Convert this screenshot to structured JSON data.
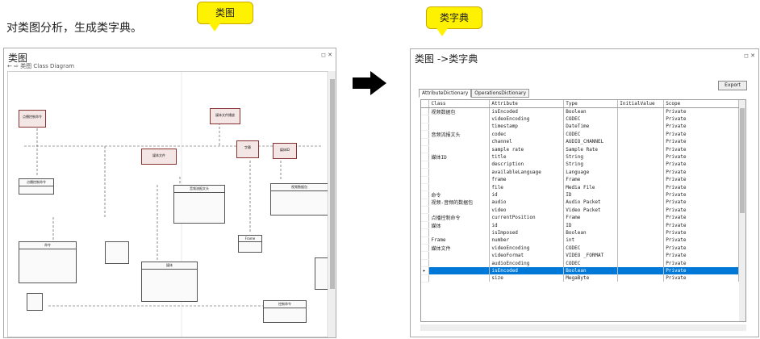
{
  "caption": "对类图分析，生成类字典。",
  "callout_left": "类图",
  "callout_right": "类字典",
  "left_panel": {
    "title": "类图",
    "breadcrumb": "← ⇨ 类图  Class Diagram",
    "boxes": [
      {
        "label": "点播控制命令"
      },
      {
        "label": "媒体文件播放"
      },
      {
        "label": "字幕"
      },
      {
        "label": "媒体ID"
      },
      {
        "label": "媒体文件"
      },
      {
        "label": "点播控制命令"
      },
      {
        "label": "音频流报文头"
      },
      {
        "label": "视频数据包"
      },
      {
        "label": "Frame"
      },
      {
        "label": "命令"
      },
      {
        "label": "媒体"
      },
      {
        "label": "控制命令"
      }
    ]
  },
  "right_panel": {
    "title": "类图 ->类字典",
    "export_label": "Export",
    "tabs": [
      "AttributeDictionary",
      "OperationsDictionary"
    ],
    "columns": [
      "Class",
      "Attribute",
      "Type",
      "InitialValue",
      "Scope"
    ],
    "rows": [
      {
        "class": "视频数据包",
        "attribute": "isEncoded",
        "type": "Boolean",
        "init": "",
        "scope": "Private"
      },
      {
        "class": "",
        "attribute": "videoEncoding",
        "type": "CODEC",
        "init": "",
        "scope": "Private"
      },
      {
        "class": "",
        "attribute": "timestamp",
        "type": "DateTime",
        "init": "",
        "scope": "Private"
      },
      {
        "class": "音频流报文头",
        "attribute": "codec",
        "type": "CODEC",
        "init": "",
        "scope": "Private"
      },
      {
        "class": "",
        "attribute": "channel",
        "type": "AUDIO_CHANNEL",
        "init": "",
        "scope": "Private"
      },
      {
        "class": "",
        "attribute": "sample rate",
        "type": "Sample Rate",
        "init": "",
        "scope": "Private"
      },
      {
        "class": "媒体ID",
        "attribute": "title",
        "type": "String",
        "init": "",
        "scope": "Private"
      },
      {
        "class": "",
        "attribute": "description",
        "type": "String",
        "init": "",
        "scope": "Private"
      },
      {
        "class": "",
        "attribute": "availableLanguage",
        "type": "Language",
        "init": "",
        "scope": "Private"
      },
      {
        "class": "",
        "attribute": "frame",
        "type": "Frame",
        "init": "",
        "scope": "Private"
      },
      {
        "class": "",
        "attribute": "file",
        "type": "Media File",
        "init": "",
        "scope": "Private"
      },
      {
        "class": "命令",
        "attribute": "id",
        "type": "ID",
        "init": "",
        "scope": "Private"
      },
      {
        "class": "视频-音频的数据包",
        "attribute": "audio",
        "type": "Audio Packet",
        "init": "",
        "scope": "Private"
      },
      {
        "class": "",
        "attribute": "video",
        "type": "Video Packet",
        "init": "",
        "scope": "Private"
      },
      {
        "class": "点播控制命令",
        "attribute": "currentPosition",
        "type": "Frame",
        "init": "",
        "scope": "Private"
      },
      {
        "class": "媒体",
        "attribute": "id",
        "type": "ID",
        "init": "",
        "scope": "Private"
      },
      {
        "class": "",
        "attribute": "isImposed",
        "type": "Boolean",
        "init": "",
        "scope": "Private"
      },
      {
        "class": "Frame",
        "attribute": "number",
        "type": "int",
        "init": "",
        "scope": "Private"
      },
      {
        "class": "媒体文件",
        "attribute": "videoEncoding",
        "type": "CODEC",
        "init": "",
        "scope": "Private"
      },
      {
        "class": "",
        "attribute": "videoFormat",
        "type": "VIDEO _FORMAT",
        "init": "",
        "scope": "Private"
      },
      {
        "class": "",
        "attribute": "audioEncoding",
        "type": "CODEC",
        "init": "",
        "scope": "Private"
      },
      {
        "class": "",
        "attribute": "isEncoded",
        "type": "Boolean",
        "init": "",
        "scope": "Private",
        "selected": true
      },
      {
        "class": "",
        "attribute": "size",
        "type": "MegaByte",
        "init": "",
        "scope": "Private"
      }
    ]
  }
}
